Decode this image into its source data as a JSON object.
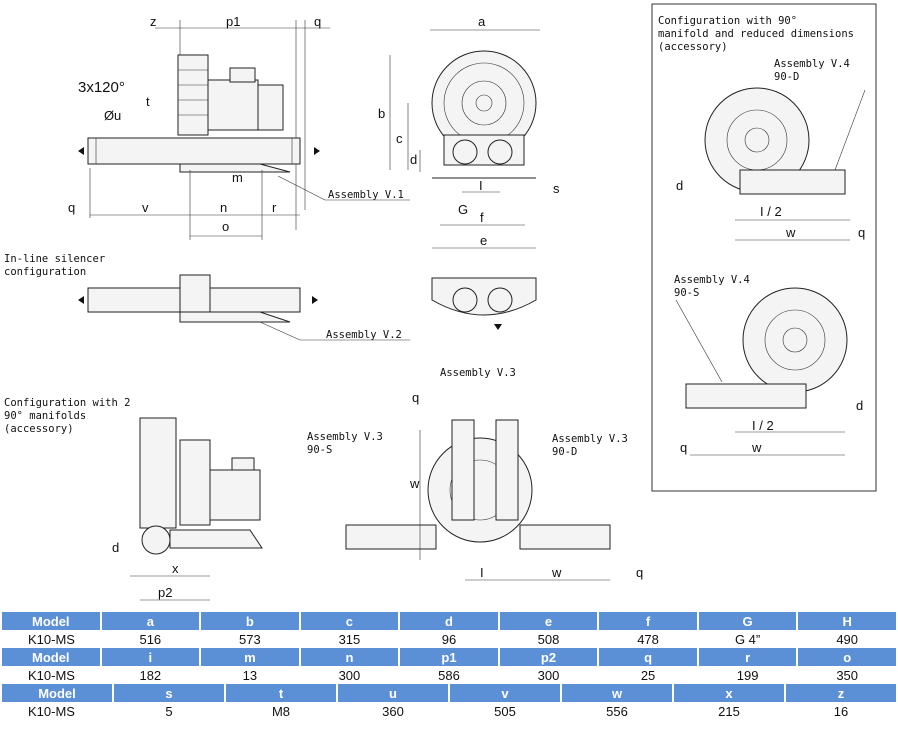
{
  "labels": {
    "config_90_manifold": [
      "Configuration with 90°",
      "manifold and reduced dimensions",
      "(accessory)"
    ],
    "inline_silencer": [
      "In-line silencer",
      "configuration"
    ],
    "config_2_manifolds": [
      "Configuration with 2",
      "90° manifolds",
      "(accessory)"
    ],
    "assembly_v1": "Assembly V.1",
    "assembly_v2": "Assembly V.2",
    "assembly_v3": "Assembly V.3",
    "assembly_v3_90s": [
      "Assembly V.3",
      "90-S"
    ],
    "assembly_v3_90d": [
      "Assembly V.3",
      "90-D"
    ],
    "assembly_v4_90d": [
      "Assembly V.4",
      "90-D"
    ],
    "assembly_v4_90s": [
      "Assembly V.4",
      "90-S"
    ],
    "angle_spec": "3x120°",
    "dim": {
      "z": "z",
      "p1": "p1",
      "q": "q",
      "t": "t",
      "u": "u",
      "v": "v",
      "n": "n",
      "o": "o",
      "m": "m",
      "r": "r",
      "a": "a",
      "b": "b",
      "c": "c",
      "d": "d",
      "s": "s",
      "I": "I",
      "G": "G",
      "f": "f",
      "e": "e",
      "I2": "I / 2",
      "w": "w",
      "x": "x",
      "p2": "p2"
    }
  },
  "tables": [
    {
      "headers": [
        "Model",
        "a",
        "b",
        "c",
        "d",
        "e",
        "f",
        "G",
        "H"
      ],
      "row": [
        "K10-MS",
        "516",
        "573",
        "315",
        "96",
        "508",
        "478",
        "G 4”",
        "490"
      ]
    },
    {
      "headers": [
        "Model",
        "i",
        "m",
        "n",
        "p1",
        "p2",
        "q",
        "r",
        "o"
      ],
      "row": [
        "K10-MS",
        "182",
        "13",
        "300",
        "586",
        "300",
        "25",
        "199",
        "350"
      ]
    },
    {
      "headers": [
        "Model",
        "s",
        "t",
        "u",
        "v",
        "w",
        "x",
        "z"
      ],
      "row": [
        "K10-MS",
        "5",
        "M8",
        "360",
        "505",
        "556",
        "215",
        "16"
      ]
    }
  ]
}
